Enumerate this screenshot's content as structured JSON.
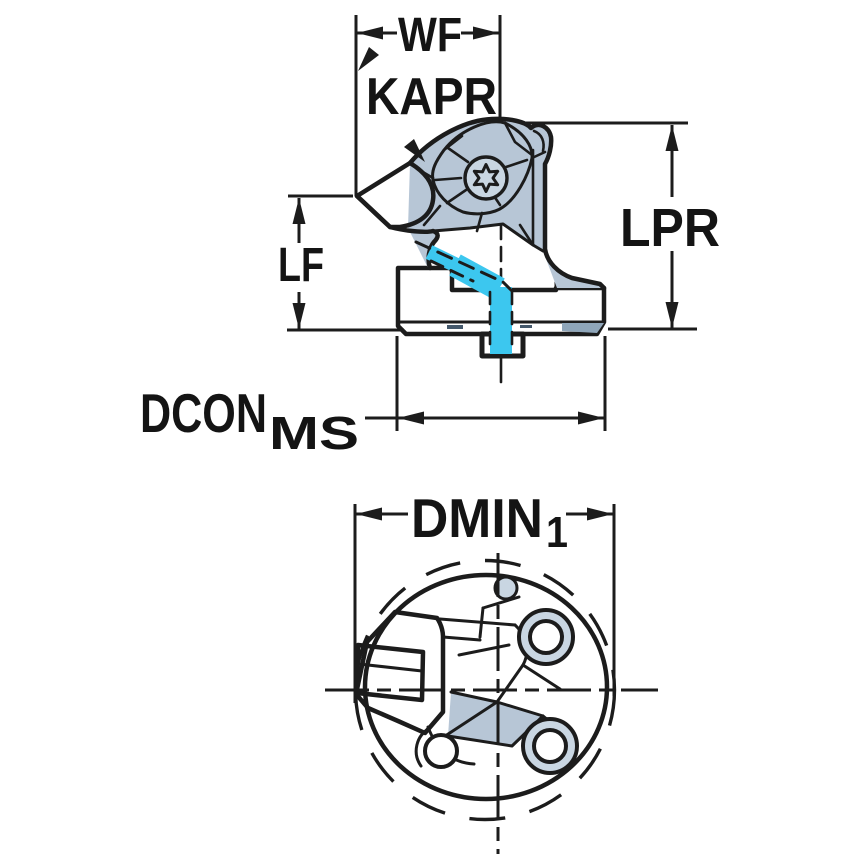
{
  "drawing": {
    "labels": {
      "wf": "WF",
      "kapr": "KAPR",
      "lpr": "LPR",
      "lf": "LF",
      "dcon_main": "DCON",
      "dcon_sub": "MS",
      "dmin_main": "DMIN",
      "dmin_sub": "1"
    },
    "colors": {
      "background": "#ffffff",
      "outline": "#1c1c1c",
      "body": "#b7c6d6",
      "body_light": "#c9d6e2",
      "insert": "#fcc306",
      "coolant": "#3cc7ef",
      "shade_dark": "#8fa6ba"
    }
  }
}
